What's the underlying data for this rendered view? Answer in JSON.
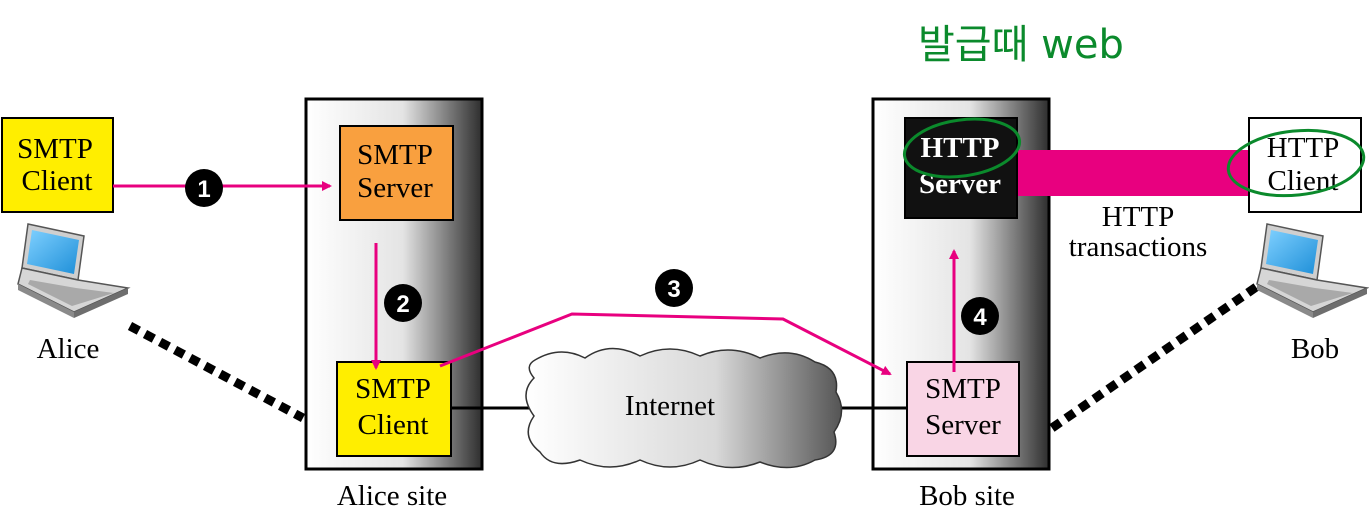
{
  "nodes": {
    "alice_smtp_client": {
      "line1": "SMTP",
      "line2": "Client"
    },
    "alice_site_smtp_server": {
      "line1": "SMTP",
      "line2": "Server"
    },
    "alice_site_smtp_client": {
      "line1": "SMTP",
      "line2": "Client"
    },
    "bob_site_http_server": {
      "line1": "HTTP",
      "line2": "Server"
    },
    "bob_site_smtp_server": {
      "line1": "SMTP",
      "line2": "Server"
    },
    "bob_http_client": {
      "line1": "HTTP",
      "line2": "Client"
    },
    "internet": {
      "label": "Internet"
    }
  },
  "labels": {
    "alice": "Alice",
    "bob": "Bob",
    "alice_site": "Alice site",
    "bob_site": "Bob site",
    "http_transactions_1": "HTTP",
    "http_transactions_2": "transactions"
  },
  "steps": [
    "1",
    "2",
    "3",
    "4"
  ],
  "annotation": {
    "text": "발급때 web"
  },
  "colors": {
    "arrow": "#e8007f",
    "client_yellow": "#ffee00",
    "server_orange": "#f9a03f",
    "server_pink": "#f9d5e5",
    "http_server": "#111111",
    "handwriting": "#0b8a2c"
  }
}
